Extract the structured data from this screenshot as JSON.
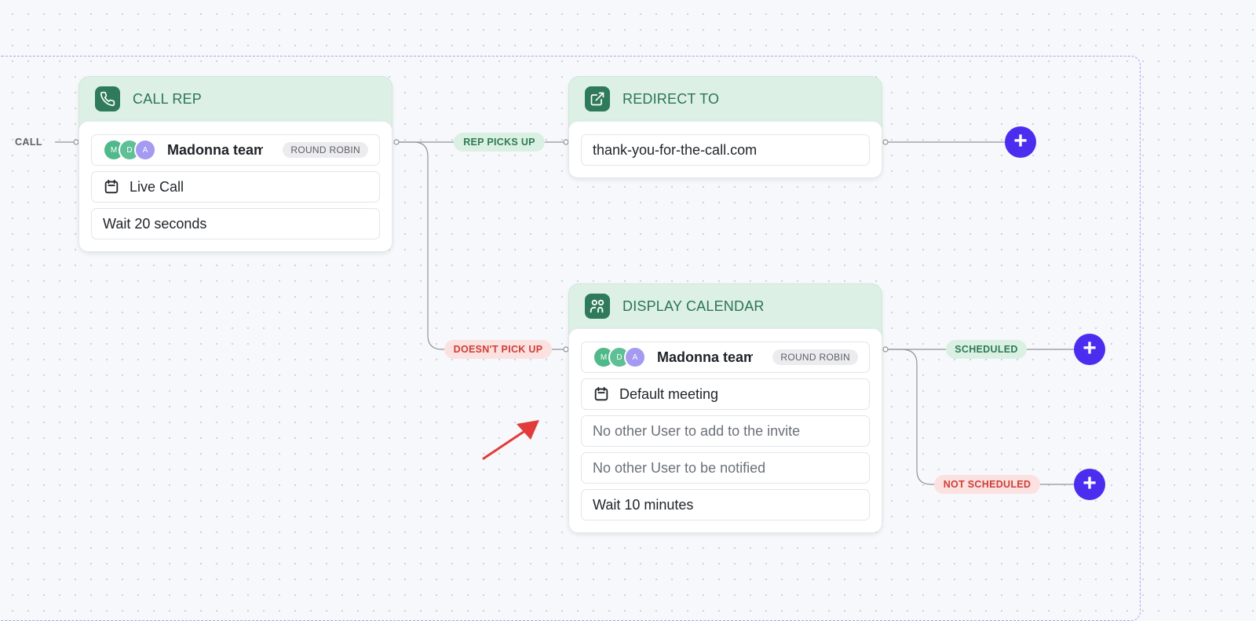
{
  "incoming_label": "CALL",
  "nodes": {
    "call_rep": {
      "title": "CALL REP",
      "team": {
        "avatars": [
          "M",
          "D",
          "A"
        ],
        "name": "Madonna team",
        "badge": "ROUND ROBIN"
      },
      "event": "Live Call",
      "wait": "Wait 20 seconds"
    },
    "redirect": {
      "title": "REDIRECT TO",
      "url": "thank-you-for-the-call.com"
    },
    "display_calendar": {
      "title": "DISPLAY CALENDAR",
      "team": {
        "avatars": [
          "M",
          "D",
          "A"
        ],
        "name": "Madonna team",
        "badge": "ROUND ROBIN"
      },
      "meeting": "Default meeting",
      "invite": "No other User to add to the invite",
      "notify": "No other User to be notified",
      "wait": "Wait 10 minutes"
    }
  },
  "edges": {
    "rep_picks_up": "REP PICKS UP",
    "doesnt_pick_up": "DOESN'T PICK UP",
    "scheduled": "SCHEDULED",
    "not_scheduled": "NOT SCHEDULED"
  },
  "colors": {
    "node_header_bg": "#ddf0e6",
    "node_icon_bg": "#2f7a5a",
    "node_title": "#2b7552",
    "add_button": "#4a2ef0",
    "success_pill_bg": "#daf0e3",
    "danger_pill_bg": "#fbe1df",
    "avatar_m": "#4fb98a",
    "avatar_d": "#5fbf95",
    "avatar_a": "#a49af2"
  },
  "icons": {
    "call_rep": "phone-icon",
    "redirect": "external-link-icon",
    "display_calendar": "calendar-users-icon",
    "event": "calendar-icon",
    "add": "plus-icon"
  }
}
